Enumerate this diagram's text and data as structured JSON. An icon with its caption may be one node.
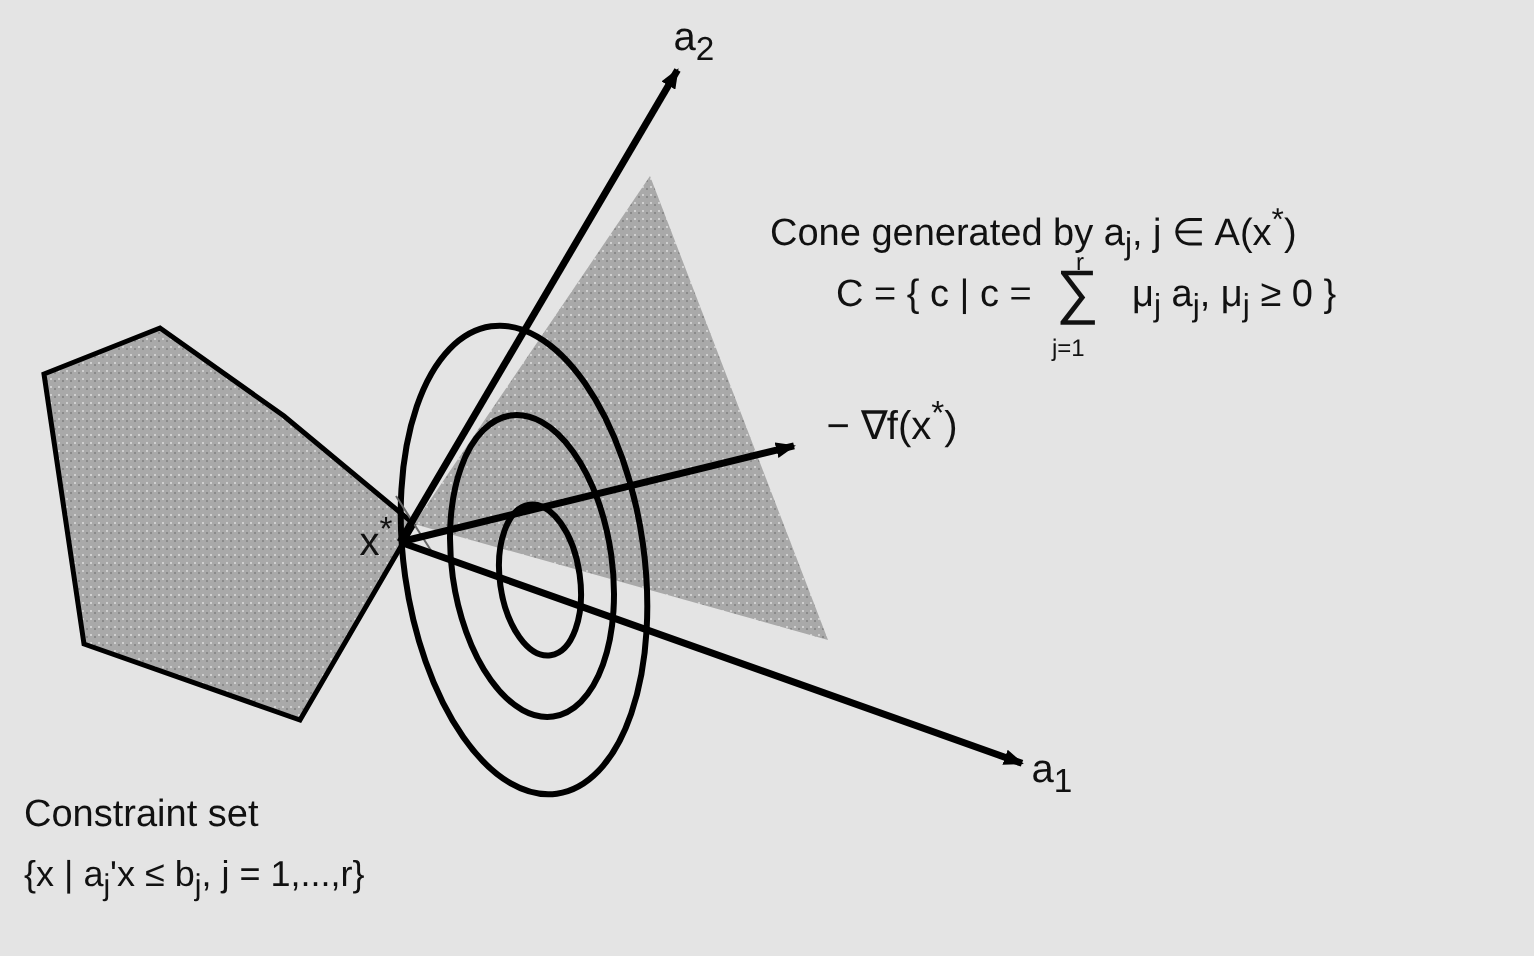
{
  "diagram": {
    "nodes": [
      {
        "text": [
          "x$^{*}$"
        ]
      },
      {
        "text": [
          "a$_{2}$"
        ]
      },
      {
        "text": [
          "− ∇f(x$^{*}$)"
        ]
      },
      {
        "text": [
          "a$_{1}$"
        ]
      }
    ],
    "edges": [
      {
        "from": 0,
        "to": 1,
        "arrow": "to"
      },
      {
        "from": 0,
        "to": 2,
        "arrow": "to"
      },
      {
        "from": 0,
        "to": 3,
        "arrow": "to"
      }
    ],
    "labels": [
      "Cone generated by a$_{j}$, j ∈ A(x$^{*}$)",
      "C = { c | c =",
      "r",
      "∑",
      "j=1",
      "μ$_{j}$ a$_{j}$, μ$_{j}$ ≥ 0 }",
      "Constraint set",
      "{x | a$_{j}$'x ≤ b$_{j}$, j = 1,...,r}"
    ]
  }
}
